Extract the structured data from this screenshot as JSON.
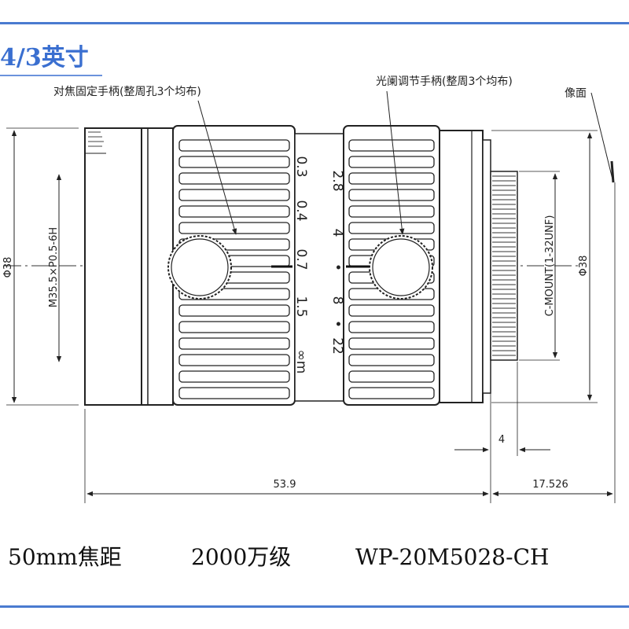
{
  "format_title": "4/3英寸",
  "callouts": {
    "focus_handle": "对焦固定手柄(整周孔3个均布)",
    "aperture_handle": "光阑调节手柄(整周3个均布)",
    "image_plane": "像面"
  },
  "dimensions": {
    "left_diameter": "Φ38",
    "thread": "M35.5×P0.5-6H",
    "right_diameter": "Φ38",
    "mount": "C-MOUNT(1-32UNF)",
    "flange_step": "4",
    "body_length": "53.9",
    "back_focal": "17.526"
  },
  "scales": {
    "focus_marks": [
      "0.3",
      "0.4",
      "0.7",
      "1.5",
      "∞m"
    ],
    "aperture_marks": [
      "2.8",
      "4",
      "•",
      "8",
      "•",
      "22"
    ]
  },
  "caption": {
    "focal": "50mm焦距",
    "resolution": "2000万级",
    "model": "WP-20M5028-CH"
  },
  "colors": {
    "accent": "#4a7bd0",
    "title": "#3a6fd0",
    "ink": "#222222"
  }
}
